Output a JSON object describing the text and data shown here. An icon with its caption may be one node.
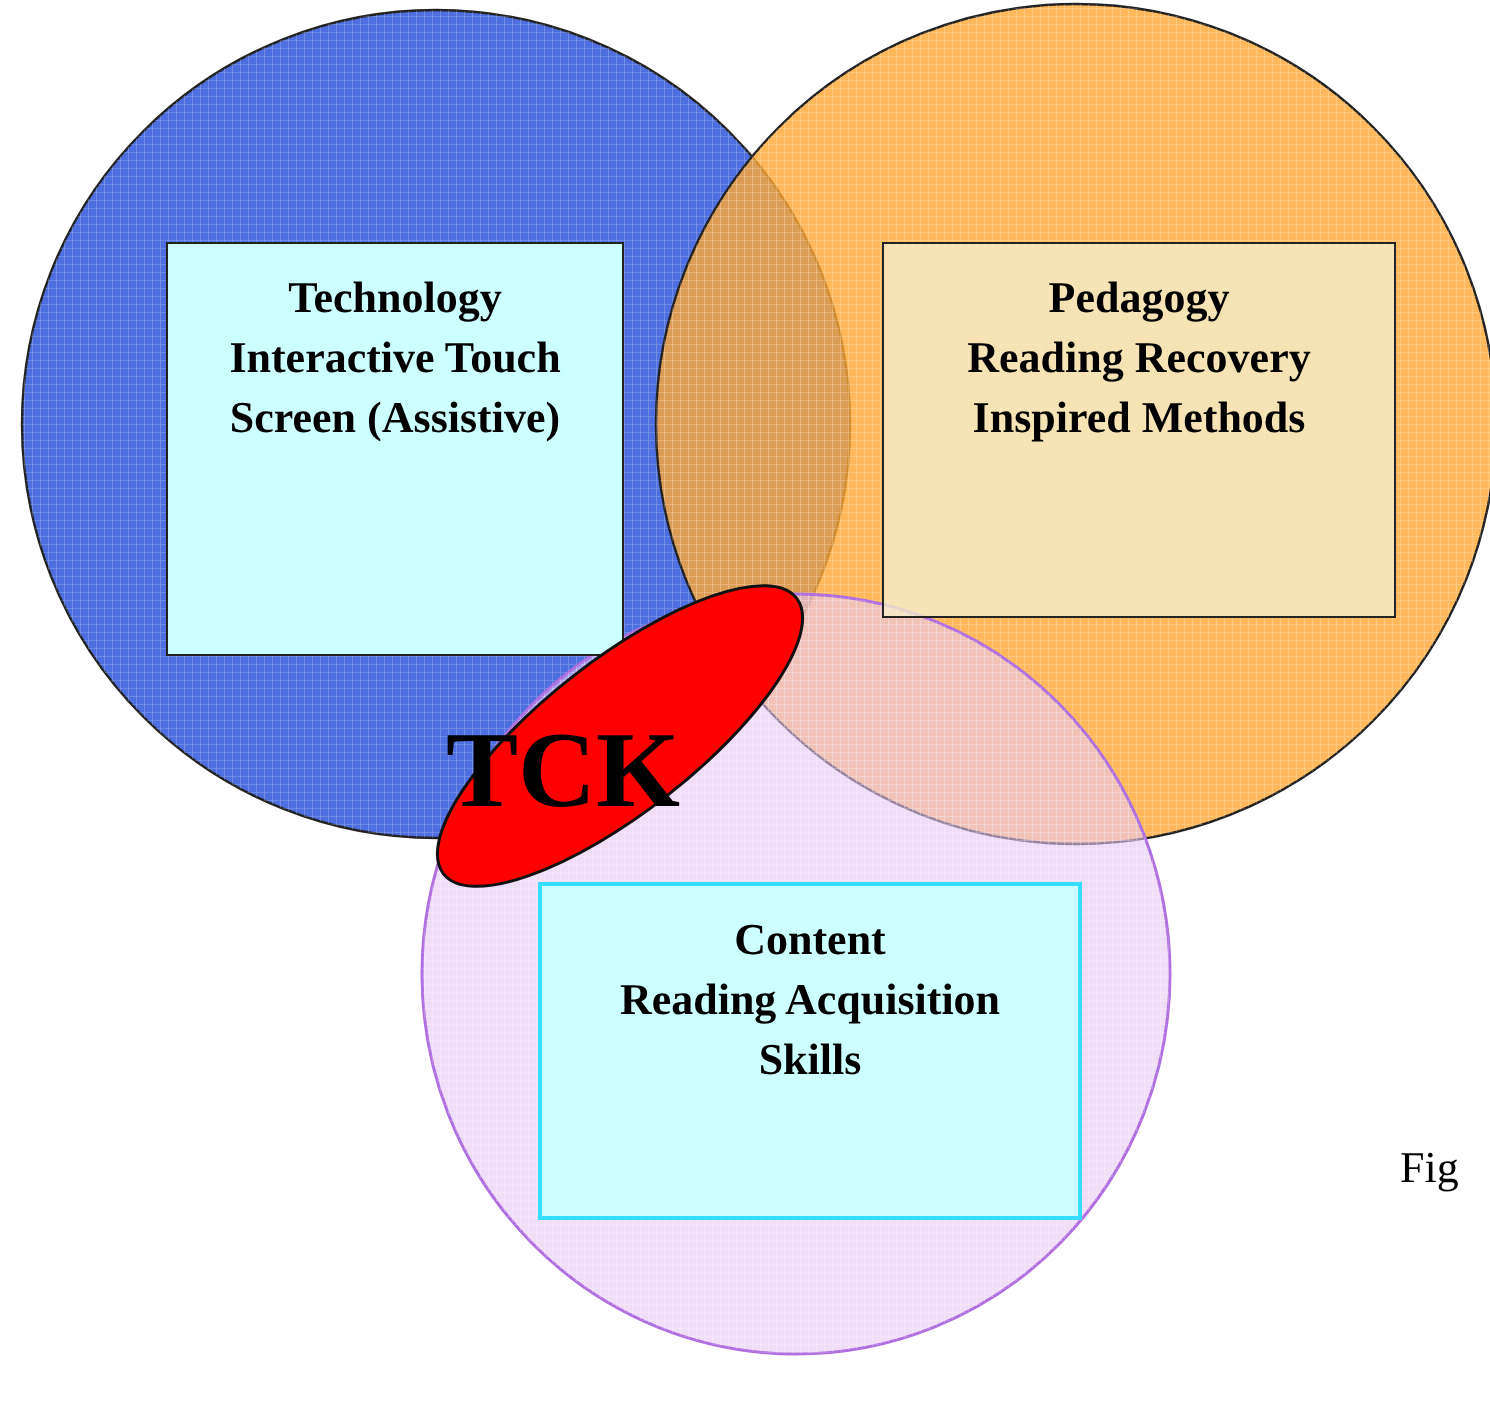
{
  "diagram": {
    "nodes": [
      {
        "text": [
          "Technology",
          "Interactive Touch Screen (Assistive)"
        ]
      },
      {
        "text": [
          "Pedagogy",
          "Reading Recovery Inspired Methods"
        ]
      },
      {
        "text": [
          "Content",
          "Reading Acquisition Skills"
        ]
      },
      {
        "text": [
          "TCK"
        ]
      }
    ],
    "edges": [],
    "labels": [
      "Fig"
    ]
  }
}
